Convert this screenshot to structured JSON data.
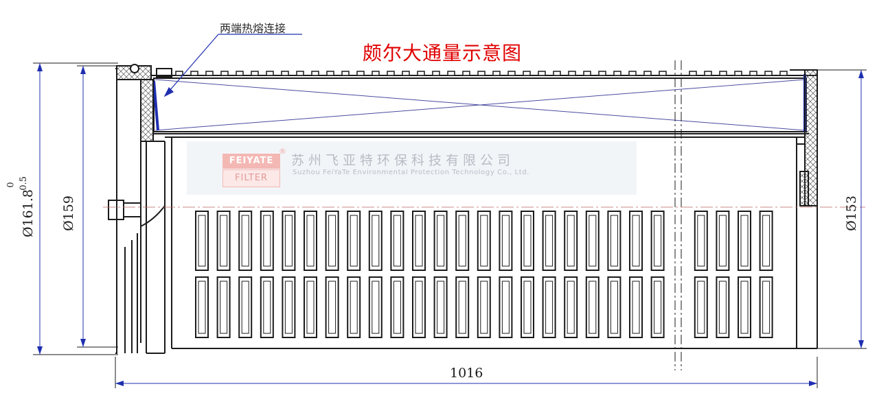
{
  "title": "颇尔大通量示意图",
  "callout": "两端热熔连接",
  "watermark": {
    "logo_top": "FEIYATE",
    "logo_bottom": "FILTER",
    "reg_mark": "®",
    "company_cn": "苏州飞亚特环保科技有限公司",
    "company_en": "Suzhou FeiYaTe Environmental Protection Technology Co., Ltd."
  },
  "dimensions": {
    "outer_diameter": "Ø161.8",
    "outer_tol_upper": "0",
    "outer_tol_lower": "-0.5",
    "flange_diameter": "Ø159",
    "end_diameter": "Ø153",
    "length": "1016"
  },
  "colors": {
    "title": "#e00000",
    "dimension_arrow": "#1f2fb0",
    "seal": "#1f2fb0",
    "line": "#1a1a1a",
    "watermark_logo": "#f4b8b4"
  }
}
